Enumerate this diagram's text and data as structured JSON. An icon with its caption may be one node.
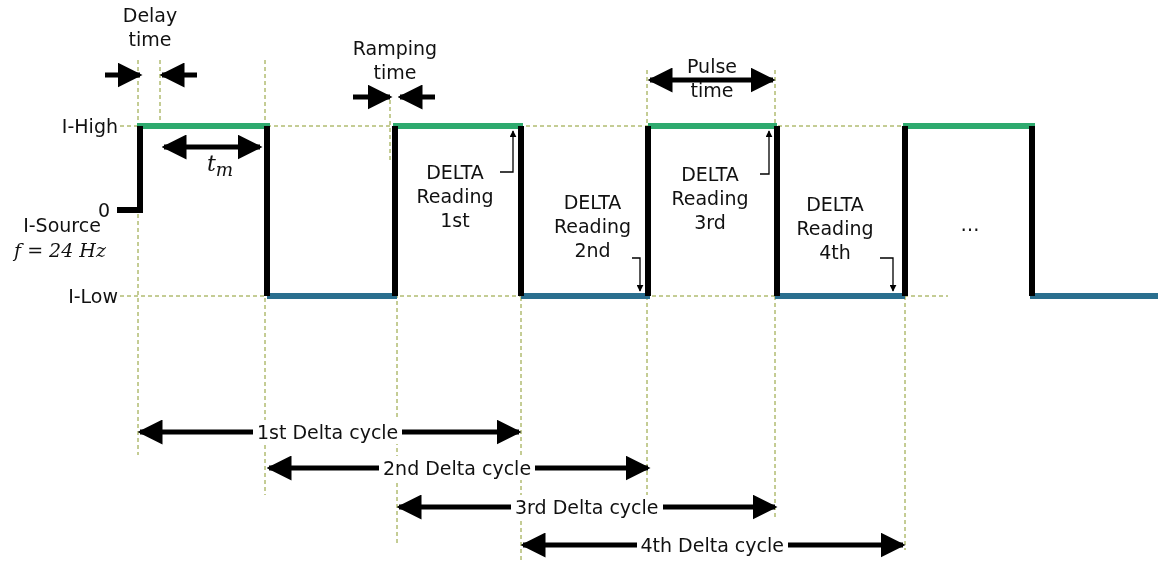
{
  "diagram": {
    "nodes": [
      {
        "text": [
          "DELTA Reading 1st"
        ]
      },
      {
        "text": [
          "DELTA Reading 2nd"
        ]
      },
      {
        "text": [
          "DELTA Reading 3rd"
        ]
      },
      {
        "text": [
          "DELTA Reading 4th"
        ]
      }
    ],
    "edges": [
      {
        "from": 0,
        "to": null,
        "arrow": "to"
      },
      {
        "from": 1,
        "to": null,
        "arrow": "to"
      },
      {
        "from": 2,
        "to": null,
        "arrow": "to"
      },
      {
        "from": 3,
        "to": null,
        "arrow": "to"
      }
    ],
    "labels": [
      "Delay time",
      "Ramping time",
      "Pulse time",
      "I-High",
      "t$_{m}$",
      "0",
      "I-Source",
      "f = 24 Hz",
      "…",
      "I-Low",
      "1st Delta cycle",
      "2nd Delta cycle",
      "3rd Delta cycle",
      "4th Delta cycle"
    ]
  }
}
